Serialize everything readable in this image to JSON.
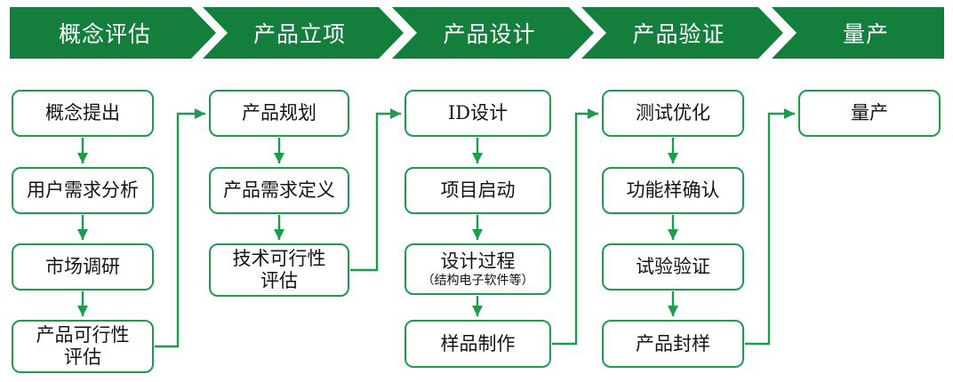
{
  "banner": {
    "color": "#147E3D",
    "stages": [
      {
        "label": "概念评估"
      },
      {
        "label": "产品立项"
      },
      {
        "label": "产品设计"
      },
      {
        "label": "产品验证"
      },
      {
        "label": "量产"
      }
    ]
  },
  "flow": {
    "line_color": "#1E9C4D",
    "columns": [
      {
        "stage": "概念评估",
        "boxes": [
          {
            "lines": [
              "概念提出"
            ]
          },
          {
            "lines": [
              "用户需求分析"
            ]
          },
          {
            "lines": [
              "市场调研"
            ]
          },
          {
            "lines": [
              "产品可行性",
              "评估"
            ]
          }
        ]
      },
      {
        "stage": "产品立项",
        "boxes": [
          {
            "lines": [
              "产品规划"
            ]
          },
          {
            "lines": [
              "产品需求定义"
            ]
          },
          {
            "lines": [
              "技术可行性",
              "评估"
            ]
          }
        ]
      },
      {
        "stage": "产品设计",
        "boxes": [
          {
            "lines": [
              "ID设计"
            ]
          },
          {
            "lines": [
              "项目启动"
            ]
          },
          {
            "lines": [
              "设计过程"
            ],
            "sub": "（结构电子软件等）"
          },
          {
            "lines": [
              "样品制作"
            ]
          }
        ]
      },
      {
        "stage": "产品验证",
        "boxes": [
          {
            "lines": [
              "测试优化"
            ]
          },
          {
            "lines": [
              "功能样确认"
            ]
          },
          {
            "lines": [
              "试验验证"
            ]
          },
          {
            "lines": [
              "产品封样"
            ]
          }
        ]
      },
      {
        "stage": "量产",
        "boxes": [
          {
            "lines": [
              "量产"
            ]
          }
        ]
      }
    ]
  }
}
